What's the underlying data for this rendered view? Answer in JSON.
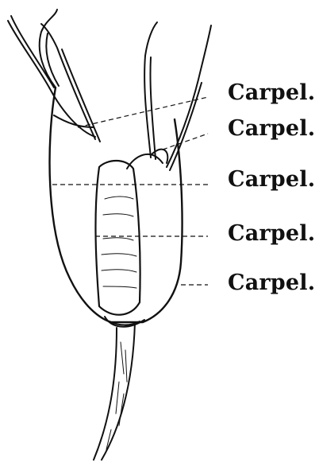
{
  "colors": {
    "ink": "#111111",
    "paper": "#ffffff"
  },
  "labels": [
    "Carpel.",
    "Carpel.",
    "Carpel.",
    "Carpel.",
    "Carpel."
  ]
}
